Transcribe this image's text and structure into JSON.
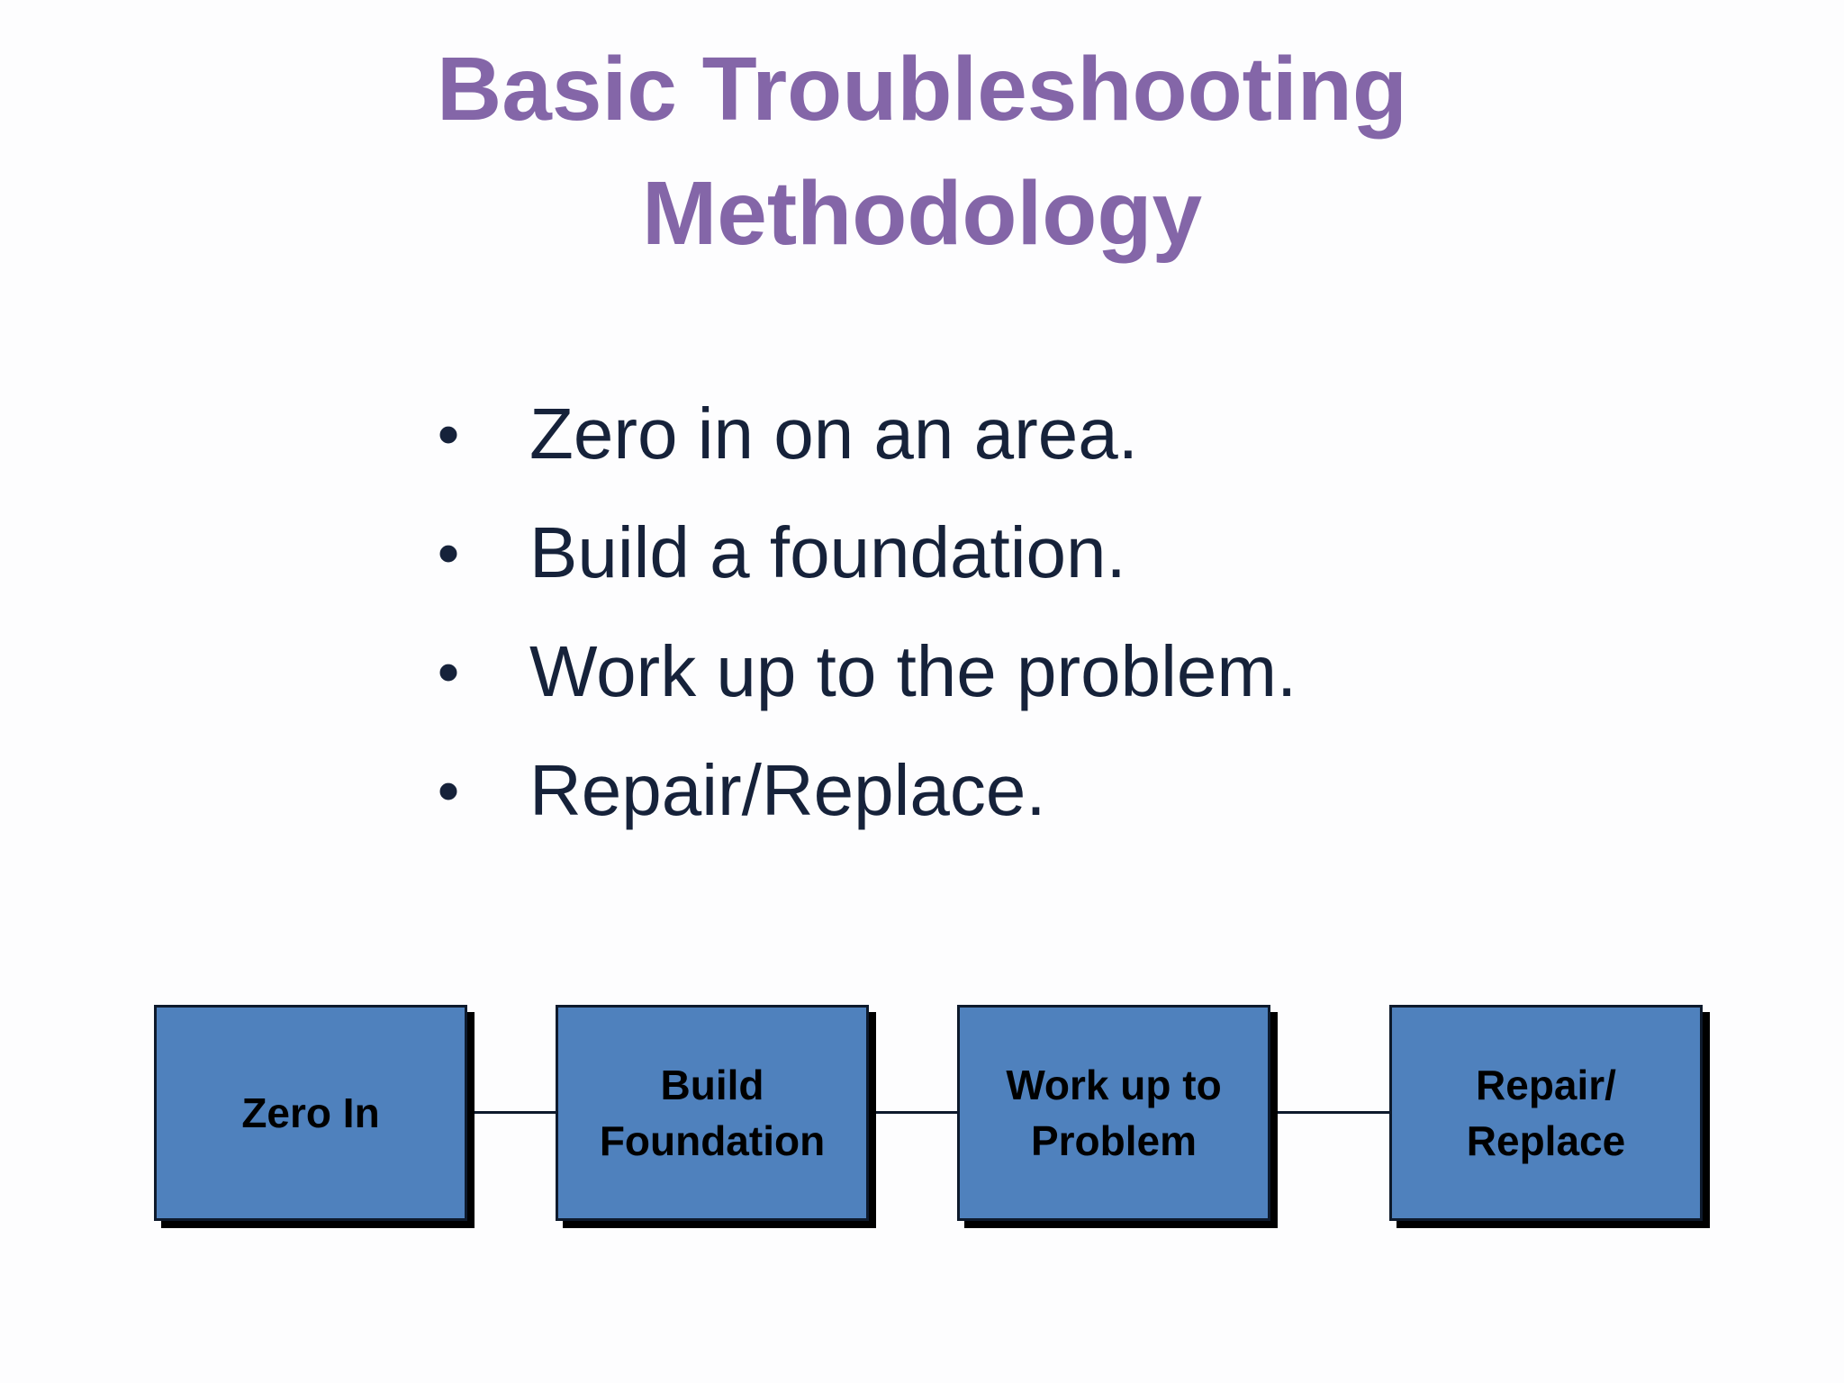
{
  "title": {
    "line1": "Basic Troubleshooting",
    "line2": "Methodology"
  },
  "bullets": [
    "Zero in on an area.",
    "Build a foundation.",
    "Work up to the problem.",
    "Repair/Replace."
  ],
  "bullet_symbol": "•",
  "flow": {
    "steps": [
      "Zero In",
      "Build\nFoundation",
      "Work up to\nProblem",
      "Repair/\nReplace"
    ]
  },
  "colors": {
    "title": "#8466a8",
    "text": "#16223a",
    "box_fill": "#4f81bd",
    "box_border": "#0e1a2c",
    "box_shadow": "#000000"
  }
}
